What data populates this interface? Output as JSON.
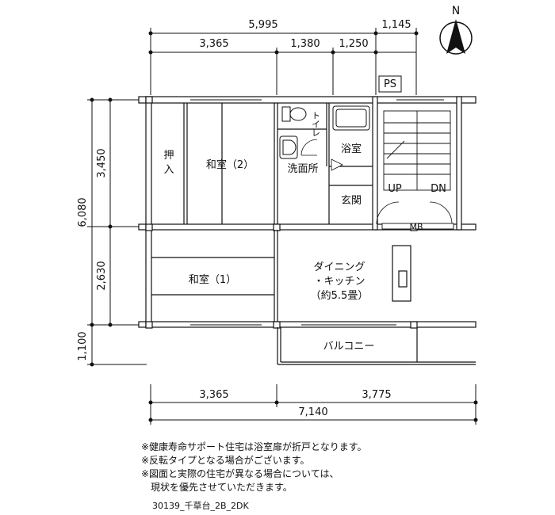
{
  "compass": {
    "label": "N"
  },
  "dimensions": {
    "top_total": "5,995",
    "top_right": "1,145",
    "top_a": "3,365",
    "top_b": "1,380",
    "top_c": "1,250",
    "left_total": "6,080",
    "left_a": "3,450",
    "left_b": "2,630",
    "left_c": "1,100",
    "bottom_a": "3,365",
    "bottom_b": "3,775",
    "bottom_total": "7,140"
  },
  "rooms": {
    "closet_1": "押",
    "closet_2": "入",
    "washitsu2": "和室（2）",
    "toilet": "トイレ",
    "bath": "浴室",
    "washroom": "洗面所",
    "entrance": "玄関",
    "washitsu1": "和室（1）",
    "dining_1": "ダイニング",
    "dining_2": "・キッチン",
    "dining_3": "（約5.5畳）",
    "balcony": "バルコニー",
    "ps": "PS",
    "mb": "MB",
    "up": "UP",
    "dn": "DN"
  },
  "notes": [
    "※健康寿命サポート住宅は浴室扉が折戸となります。",
    "※反転タイプとなる場合がございます。",
    "※図面と実際の住宅が異なる場合については、",
    "　現状を優先させていただきます。"
  ],
  "code": "30139_千草台_2B_2DK"
}
